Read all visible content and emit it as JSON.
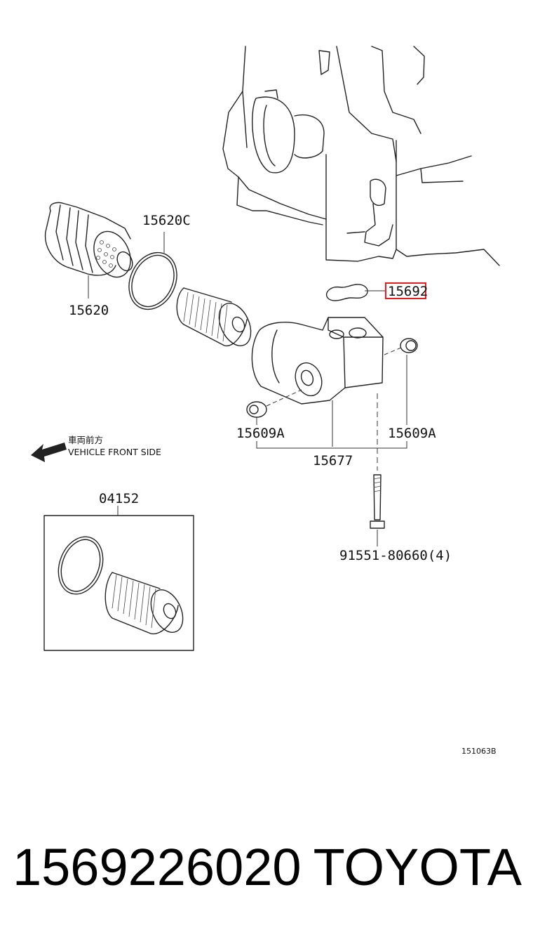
{
  "labels": {
    "cap": "15620",
    "oring": "15620C",
    "highlighted_gasket": "15692",
    "plug_left": "15609A",
    "plug_right": "15609A",
    "housing": "15677",
    "filter_kit": "04152",
    "bolt": "91551-80660(4)",
    "front_jp": "車両前方",
    "front_en": "VEHICLE FRONT SIDE",
    "diagram_code": "151063B"
  },
  "footer": {
    "part_number": "1569226020",
    "brand": "TOYOTA"
  },
  "colors": {
    "highlight": "#e02020",
    "line": "#222222"
  }
}
